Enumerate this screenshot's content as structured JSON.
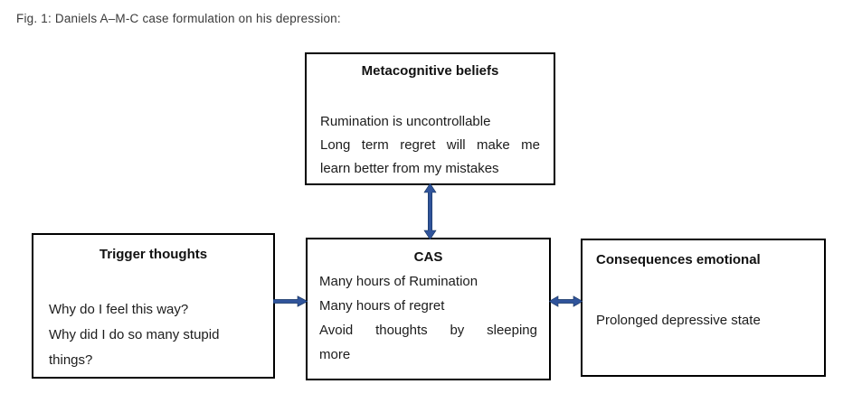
{
  "figure": {
    "caption": "Fig. 1: Daniels A–M-C case formulation on his depression:"
  },
  "boxes": {
    "metacognitive": {
      "title": "Metacognitive beliefs",
      "lines": [
        "Rumination is uncontrollable",
        "Long term regret will make me",
        "learn better from my mistakes"
      ]
    },
    "trigger": {
      "title": "Trigger thoughts",
      "lines": [
        "Why do I feel this way?",
        "Why did I do so many stupid",
        "things?"
      ]
    },
    "cas": {
      "title": "CAS",
      "lines": [
        "Many hours of Rumination",
        "Many hours of regret",
        "Avoid thoughts by sleeping",
        "more"
      ]
    },
    "consequences": {
      "title": "Consequences emotional",
      "lines": [
        "Prolonged depressive state"
      ]
    }
  },
  "arrows": {
    "fill": "#30549b",
    "stroke": "#16325c",
    "connections": [
      {
        "from": "trigger",
        "to": "cas",
        "direction": "right"
      },
      {
        "from": "cas",
        "to": "metacognitive",
        "direction": "both"
      },
      {
        "from": "cas",
        "to": "consequences",
        "direction": "both"
      }
    ]
  },
  "colors": {
    "background": "#ffffff",
    "box_border": "#000000",
    "text": "#1c1c1c"
  }
}
